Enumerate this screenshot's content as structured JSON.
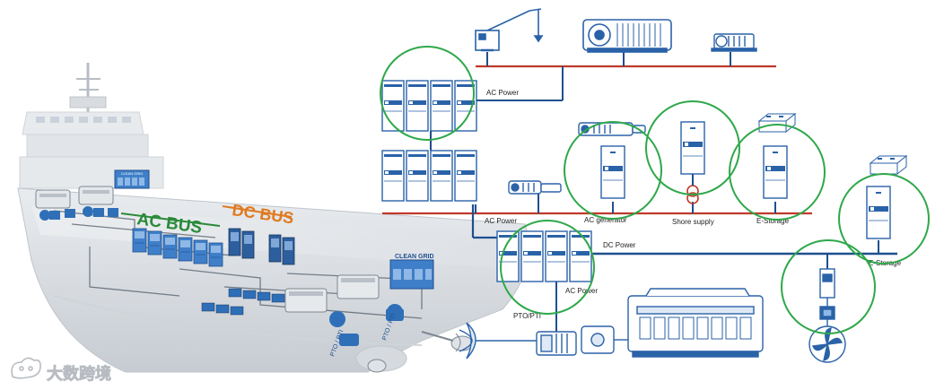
{
  "ship": {
    "labels": {
      "ac_bus": "AC BUS",
      "dc_bus": "DC BUS",
      "clean_grid": "CLEAN GRID",
      "panel_small": "CLEAN GRID",
      "pto_pti_left": "PTO / PTI",
      "pto_pti_right": "PTO / PTI"
    }
  },
  "diagram": {
    "labels": {
      "ac_power_top": "AC Power",
      "ac_power_mid": "AC Power",
      "ac_generator": "AC generator",
      "shore_supply": "Shore supply",
      "e_storage_1": "E-Storage",
      "e_storage_2": "E-Storage",
      "dc_power": "DC Power",
      "ac_power_bottom": "AC Power",
      "pto_pti": "PTO/PTI"
    },
    "colors": {
      "ac_line": "#c0392b",
      "dc_line": "#1f4f8f",
      "highlight_circle": "#2ea84a",
      "cabinet": "#2a62a8",
      "ac_bus_text": "#2a8a3a",
      "dc_bus_text": "#e07a20"
    }
  },
  "watermark": {
    "text": "大数跨境",
    "logo": "weibo-style-logo"
  }
}
